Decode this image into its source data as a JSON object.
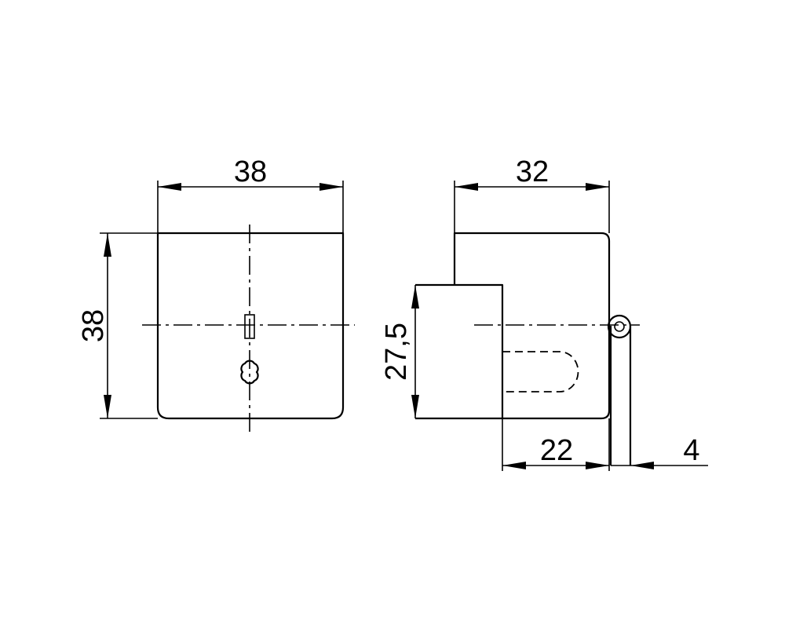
{
  "drawing": {
    "background": "#ffffff",
    "line_color": "#000000",
    "front_view": {
      "width_dim": "38",
      "height_dim": "38"
    },
    "side_view": {
      "width_dim": "32",
      "height_dim": "27,5",
      "slot_dim": "22",
      "plate_dim": "4"
    }
  }
}
